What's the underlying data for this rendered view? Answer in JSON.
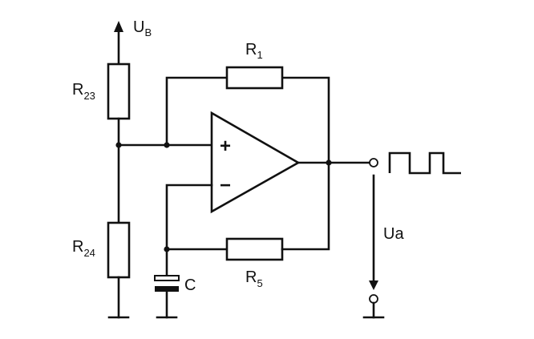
{
  "labels": {
    "supply": {
      "main": "U",
      "sub": "B"
    },
    "r23": {
      "main": "R",
      "sub": "23"
    },
    "r24": {
      "main": "R",
      "sub": "24"
    },
    "r1": {
      "main": "R",
      "sub": "1"
    },
    "r5": {
      "main": "R",
      "sub": "5"
    },
    "cap": "C",
    "output": "Ua"
  },
  "opamp": {
    "plus": "+",
    "minus": "−"
  }
}
